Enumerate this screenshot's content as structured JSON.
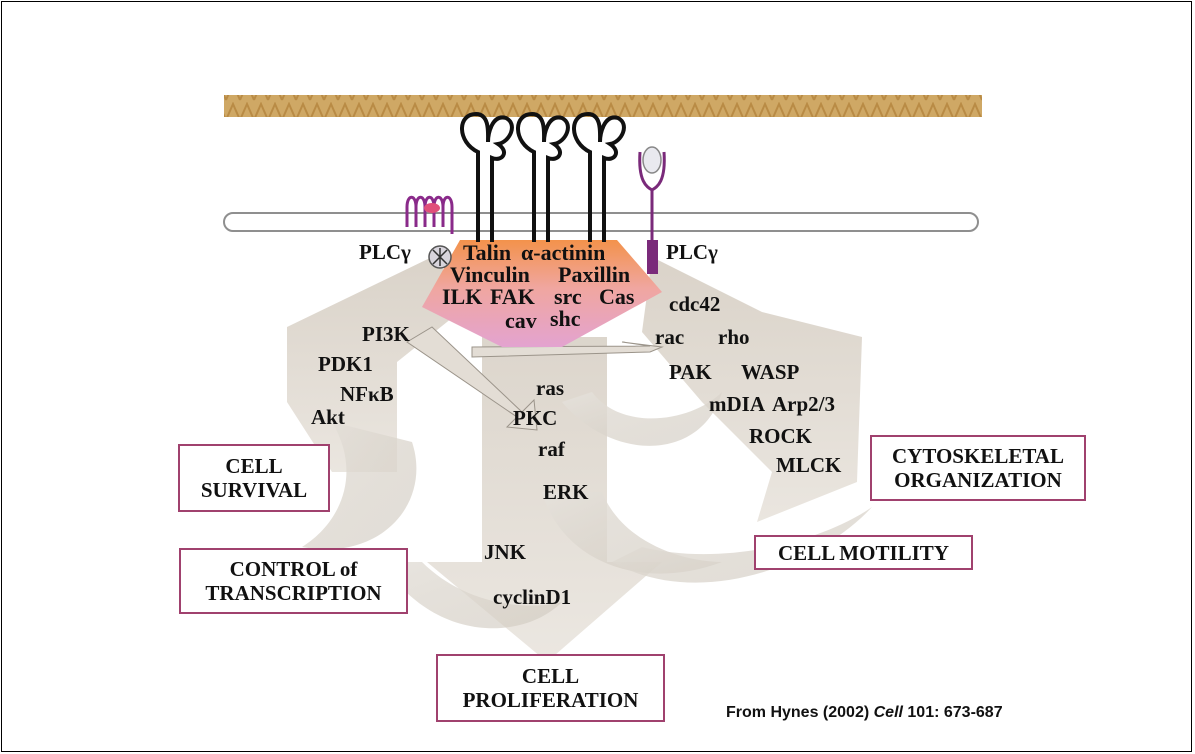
{
  "colors": {
    "ecm": "#c9a35a",
    "membrane_outline": "#9a9a9a",
    "adhesion_complex_top": "#f09a55",
    "adhesion_complex_bottom": "#e8a6c8",
    "receptor_purple": "#7a2a7a",
    "box_border": "#a0416e",
    "arrow_fill": "#d9d2c6"
  },
  "icons": [
    "integrin-receptor-icon",
    "gpcr-receptor-icon",
    "rtk-receptor-icon",
    "flow-arrow-icon"
  ],
  "molecules": {
    "plcg_left": "PLCγ",
    "plcg_right": "PLCγ",
    "talin": "Talin",
    "alpha_actinin": "α-actinin",
    "vinculin": "Vinculin",
    "paxillin": "Paxillin",
    "ilk": "ILK",
    "fak": "FAK",
    "src": "src",
    "cas": "Cas",
    "cav": "cav",
    "shc": "shc",
    "pi3k": "PI3K",
    "pdk1": "PDK1",
    "nfkb": "NFκB",
    "akt": "Akt",
    "ras": "ras",
    "pkc": "PKC",
    "raf": "raf",
    "erk": "ERK",
    "jnk": "JNK",
    "cyclind1": "cyclinD1",
    "cdc42": "cdc42",
    "rac": "rac",
    "rho": "rho",
    "pak": "PAK",
    "wasp": "WASP",
    "mdia": "mDIA",
    "arp23": "Arp2/3",
    "rock": "ROCK",
    "mlck": "MLCK"
  },
  "outcomes": {
    "cell_survival": [
      "CELL",
      "SURVIVAL"
    ],
    "control_transcription": [
      "CONTROL of",
      "TRANSCRIPTION"
    ],
    "cell_proliferation": [
      "CELL",
      "PROLIFERATION"
    ],
    "cytoskeletal": [
      "CYTOSKELETAL",
      "ORGANIZATION"
    ],
    "cell_motility": [
      "CELL MOTILITY"
    ]
  },
  "credit": {
    "prefix": "From Hynes (2002) ",
    "journal": "Cell",
    "suffix": " 101: 673-687"
  }
}
